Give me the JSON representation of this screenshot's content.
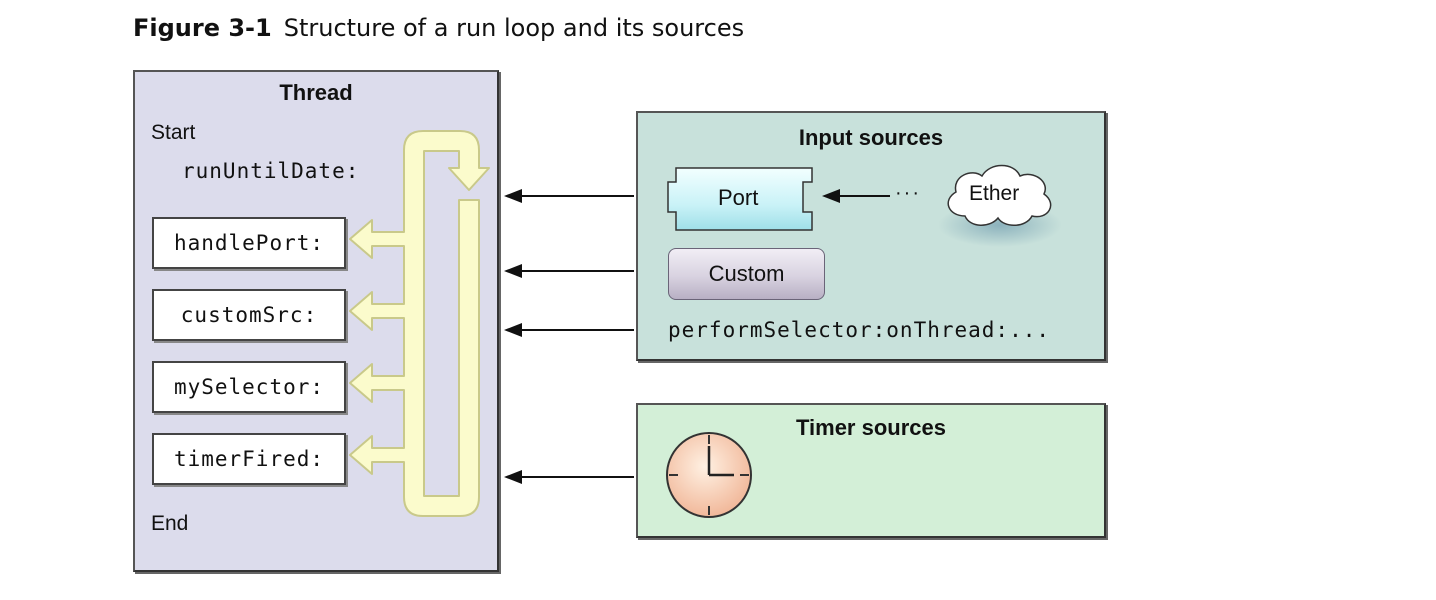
{
  "figure": {
    "number": "Figure 3-1",
    "title": "Structure of a run loop and its sources"
  },
  "thread": {
    "title": "Thread",
    "start_label": "Start",
    "run_method": "runUntilDate:",
    "end_label": "End",
    "handlers": [
      "handlePort:",
      "customSrc:",
      "mySelector:",
      "timerFired:"
    ]
  },
  "input_sources": {
    "title": "Input sources",
    "port_label": "Port",
    "ether_label": "Ether",
    "dots": "···",
    "custom_label": "Custom",
    "selector_text": "performSelector:onThread:..."
  },
  "timer_sources": {
    "title": "Timer sources",
    "icon": "clock-icon"
  },
  "colors": {
    "thread_bg": "#dcdcec",
    "input_bg": "#c8e1db",
    "timer_bg": "#d3efd7",
    "loop_arrow": "#fbfbcc",
    "loop_outline": "#c9c98a",
    "clock_face": "#f5c9ad"
  }
}
